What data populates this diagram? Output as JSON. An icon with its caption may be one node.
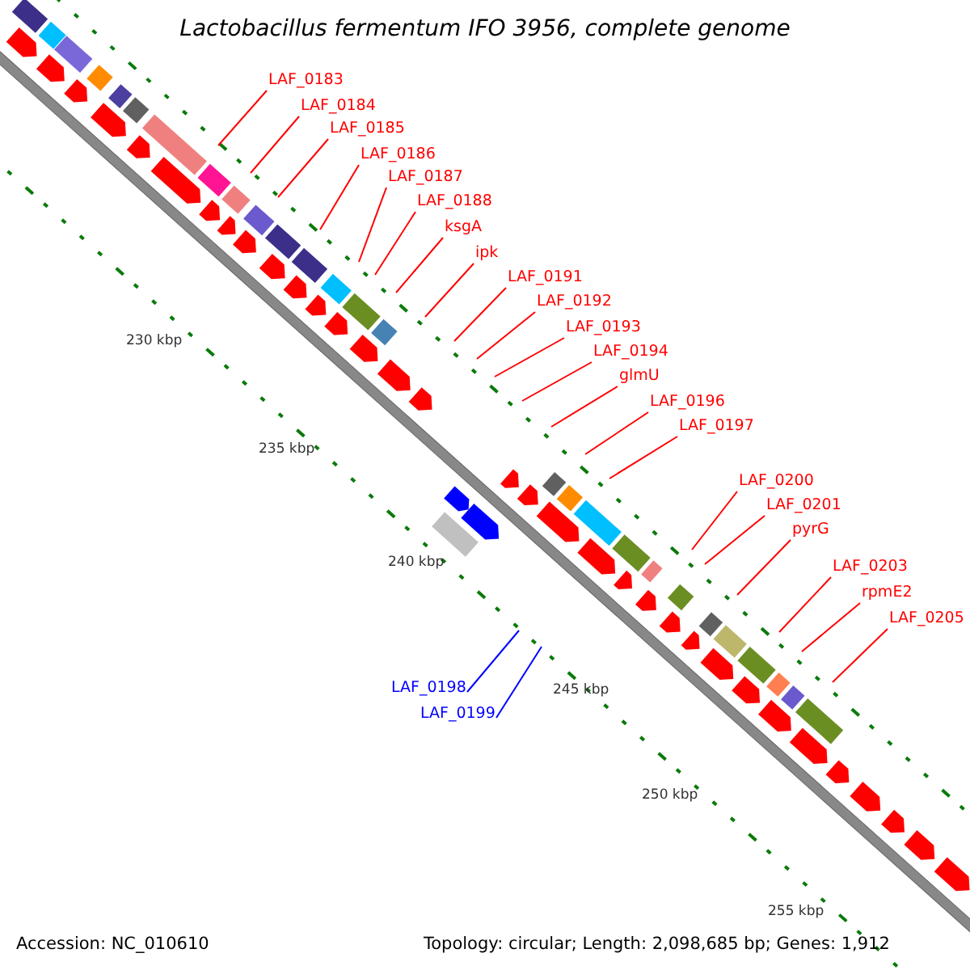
{
  "diagram": {
    "title": "Lactobacillus fermentum IFO 3956, complete genome",
    "nodes": [
      {
        "text": [
          "LAF_0183"
        ]
      },
      {
        "text": [
          "LAF_0184"
        ]
      },
      {
        "text": [
          "LAF_0185"
        ]
      },
      {
        "text": [
          "LAF_0186"
        ]
      },
      {
        "text": [
          "LAF_0187"
        ]
      },
      {
        "text": [
          "LAF_0188"
        ]
      },
      {
        "text": [
          "ksgA"
        ]
      },
      {
        "text": [
          "ipk"
        ]
      },
      {
        "text": [
          "LAF_0191"
        ]
      },
      {
        "text": [
          "LAF_0192"
        ]
      },
      {
        "text": [
          "LAF_0193"
        ]
      },
      {
        "text": [
          "LAF_0194"
        ]
      },
      {
        "text": [
          "glmU"
        ]
      },
      {
        "text": [
          "LAF_0196"
        ]
      },
      {
        "text": [
          "LAF_0197"
        ]
      },
      {
        "text": [
          "LAF_0200"
        ]
      },
      {
        "text": [
          "LAF_0201"
        ]
      },
      {
        "text": [
          "pyrG"
        ]
      },
      {
        "text": [
          "LAF_0203"
        ]
      },
      {
        "text": [
          "rpmE2"
        ]
      },
      {
        "text": [
          "LAF_0205"
        ]
      },
      {
        "text": [
          "LAF_0198"
        ]
      },
      {
        "text": [
          "LAF_0199"
        ]
      }
    ],
    "edges": [
      {
        "from": 0,
        "to": null,
        "arrow": "none"
      },
      {
        "from": 1,
        "to": null,
        "arrow": "none"
      },
      {
        "from": 2,
        "to": null,
        "arrow": "none"
      },
      {
        "from": 3,
        "to": null,
        "arrow": "none"
      },
      {
        "from": 4,
        "to": null,
        "arrow": "none"
      },
      {
        "from": 5,
        "to": null,
        "arrow": "none"
      },
      {
        "from": 6,
        "to": null,
        "arrow": "none"
      },
      {
        "from": 7,
        "to": null,
        "arrow": "none"
      },
      {
        "from": 8,
        "to": null,
        "arrow": "none"
      },
      {
        "from": 9,
        "to": null,
        "arrow": "none"
      },
      {
        "from": 10,
        "to": null,
        "arrow": "none"
      },
      {
        "from": 11,
        "to": null,
        "arrow": "none"
      },
      {
        "from": 12,
        "to": null,
        "arrow": "none"
      },
      {
        "from": 13,
        "to": null,
        "arrow": "none"
      },
      {
        "from": 14,
        "to": null,
        "arrow": "none"
      },
      {
        "from": 15,
        "to": null,
        "arrow": "none"
      },
      {
        "from": 16,
        "to": null,
        "arrow": "none"
      },
      {
        "from": 17,
        "to": null,
        "arrow": "none"
      },
      {
        "from": 18,
        "to": null,
        "arrow": "none"
      },
      {
        "from": 19,
        "to": null,
        "arrow": "none"
      },
      {
        "from": 20,
        "to": null,
        "arrow": "none"
      },
      {
        "from": 21,
        "to": null,
        "arrow": "none",
        "color": "#0000ff"
      },
      {
        "from": 22,
        "to": null,
        "arrow": "none",
        "color": "#0000ff"
      }
    ],
    "labels": [
      "230 kbp",
      "235 kbp",
      "240 kbp",
      "245 kbp",
      "250 kbp",
      "255 kbp",
      "Accession: NC_010610",
      "Topology: circular; Length: 2,098,685 bp; Genes: 1,912"
    ]
  }
}
